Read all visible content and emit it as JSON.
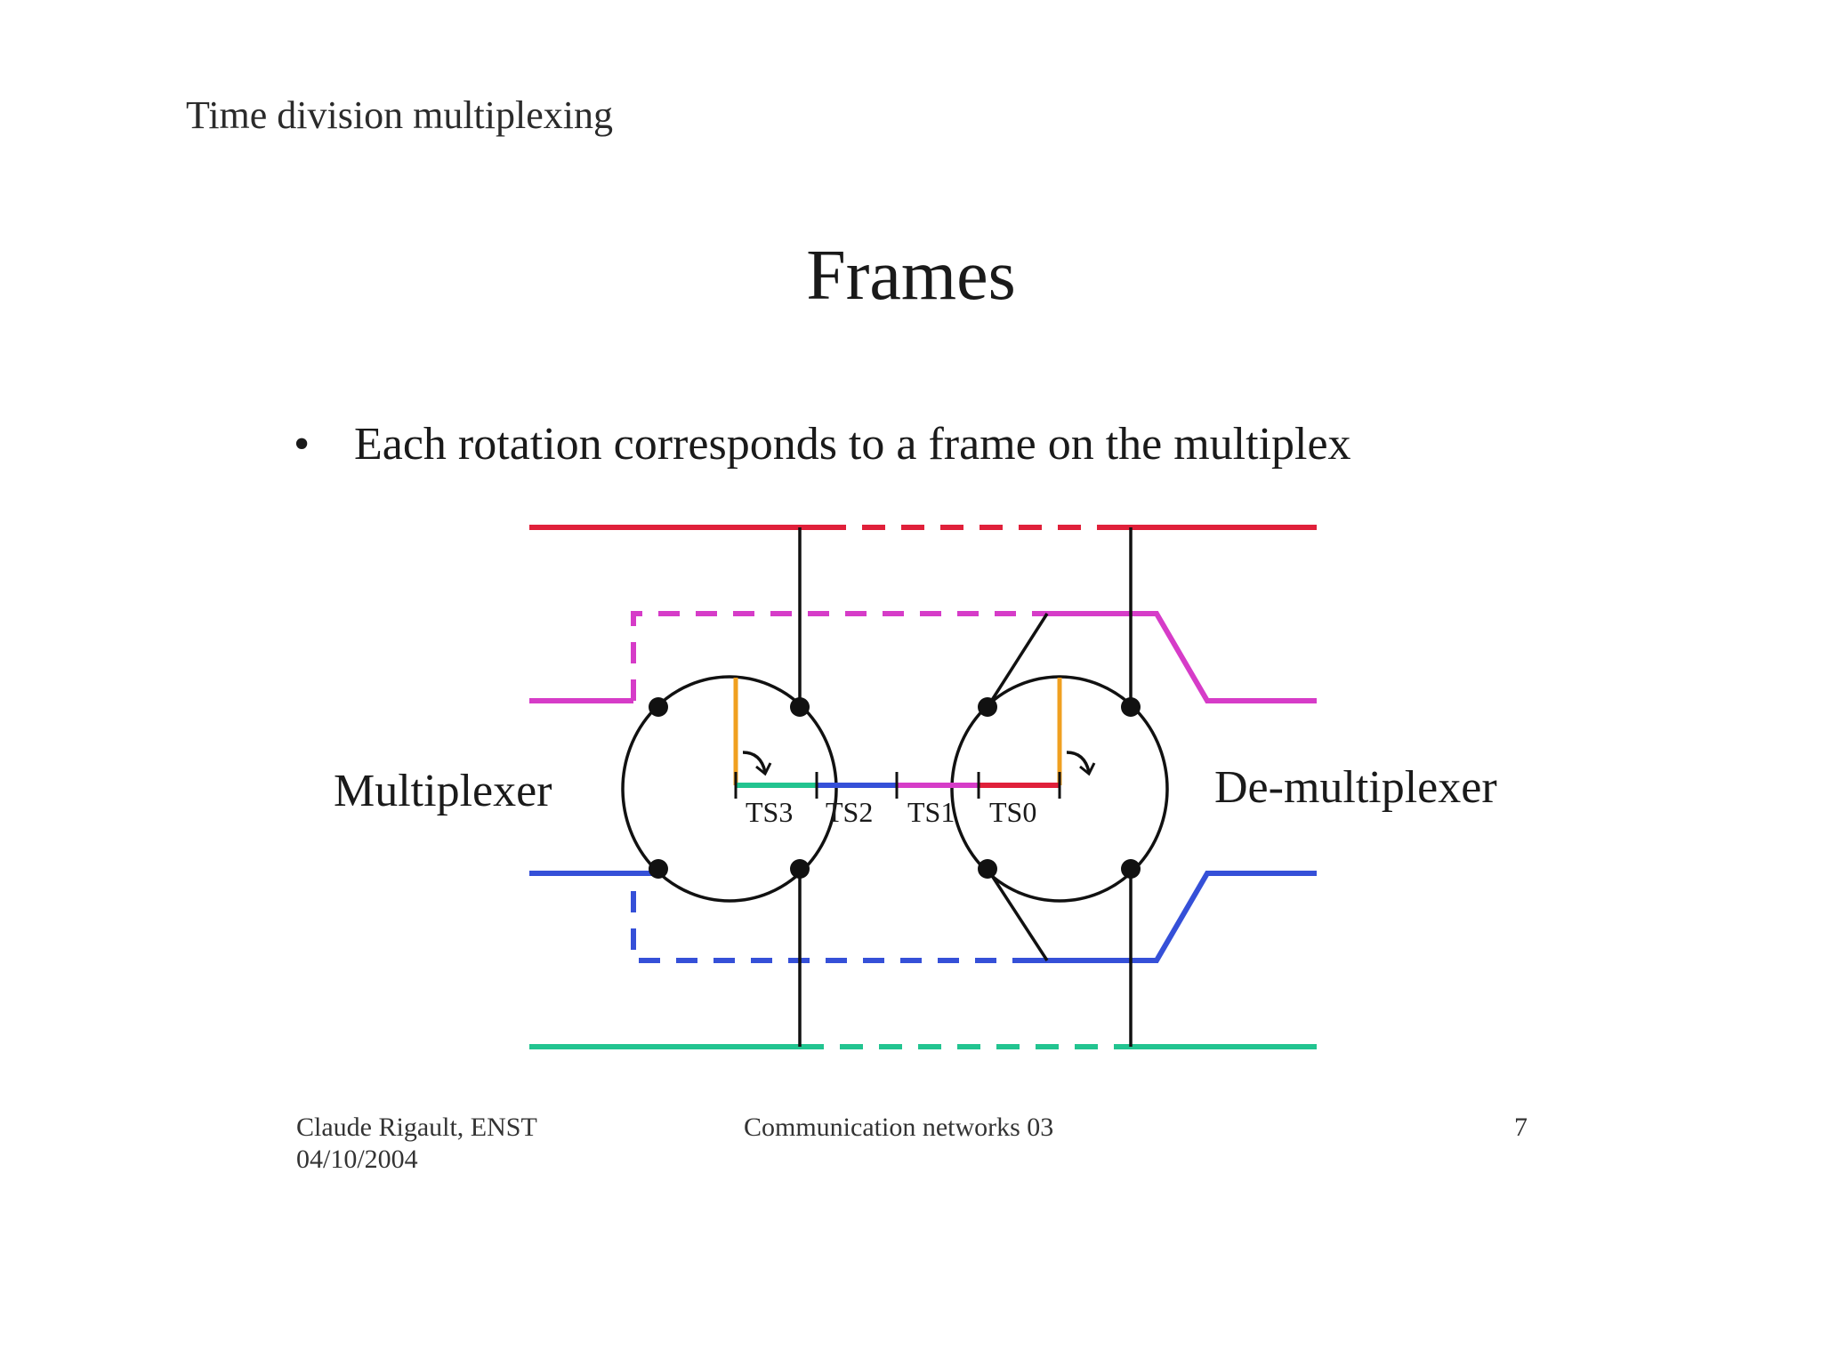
{
  "header": {
    "section": "Time division multiplexing"
  },
  "slide": {
    "title": "Frames",
    "bullet": "Each rotation corresponds to a frame on the multiplex"
  },
  "diagram": {
    "left_label": "Multiplexer",
    "right_label": "De-multiplexer",
    "time_slots": [
      "TS3",
      "TS2",
      "TS1",
      "TS0"
    ],
    "colors": {
      "red": "#e0203a",
      "magenta": "#d63cc8",
      "blue": "#3550d8",
      "green": "#22c490",
      "orange": "#f0a020",
      "black": "#111111"
    }
  },
  "footer": {
    "author": "Claude Rigault, ENST",
    "date": "04/10/2004",
    "course": "Communication networks 03",
    "page": "7"
  }
}
